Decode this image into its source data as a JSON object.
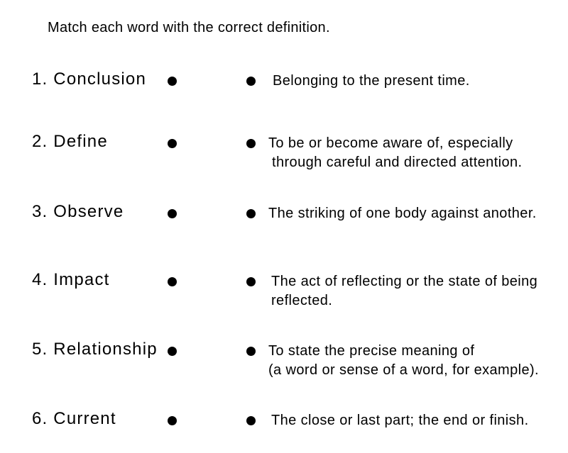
{
  "instructions": "Match each word with the correct definition.",
  "pairs": [
    {
      "number": "1.",
      "word": "Conclusion",
      "definition": [
        "Belonging to the present time."
      ]
    },
    {
      "number": "2.",
      "word": "Define",
      "definition": [
        "To be or become aware of, especially",
        "through careful and directed attention."
      ]
    },
    {
      "number": "3.",
      "word": "Observe",
      "definition": [
        "The striking of one body against another."
      ]
    },
    {
      "number": "4.",
      "word": "Impact",
      "definition": [
        "The act of reflecting or the state of being",
        "reflected."
      ]
    },
    {
      "number": "5.",
      "word": "Relationship",
      "definition": [
        "To state the precise meaning of",
        "(a word or sense of a word, for example)."
      ]
    },
    {
      "number": "6.",
      "word": "Current",
      "definition": [
        "The close or last part; the end or finish."
      ]
    }
  ],
  "icons": {
    "match_dot": "filled-circle"
  },
  "colors": {
    "background": "#ffffff",
    "text": "#000000",
    "dot": "#000000"
  }
}
